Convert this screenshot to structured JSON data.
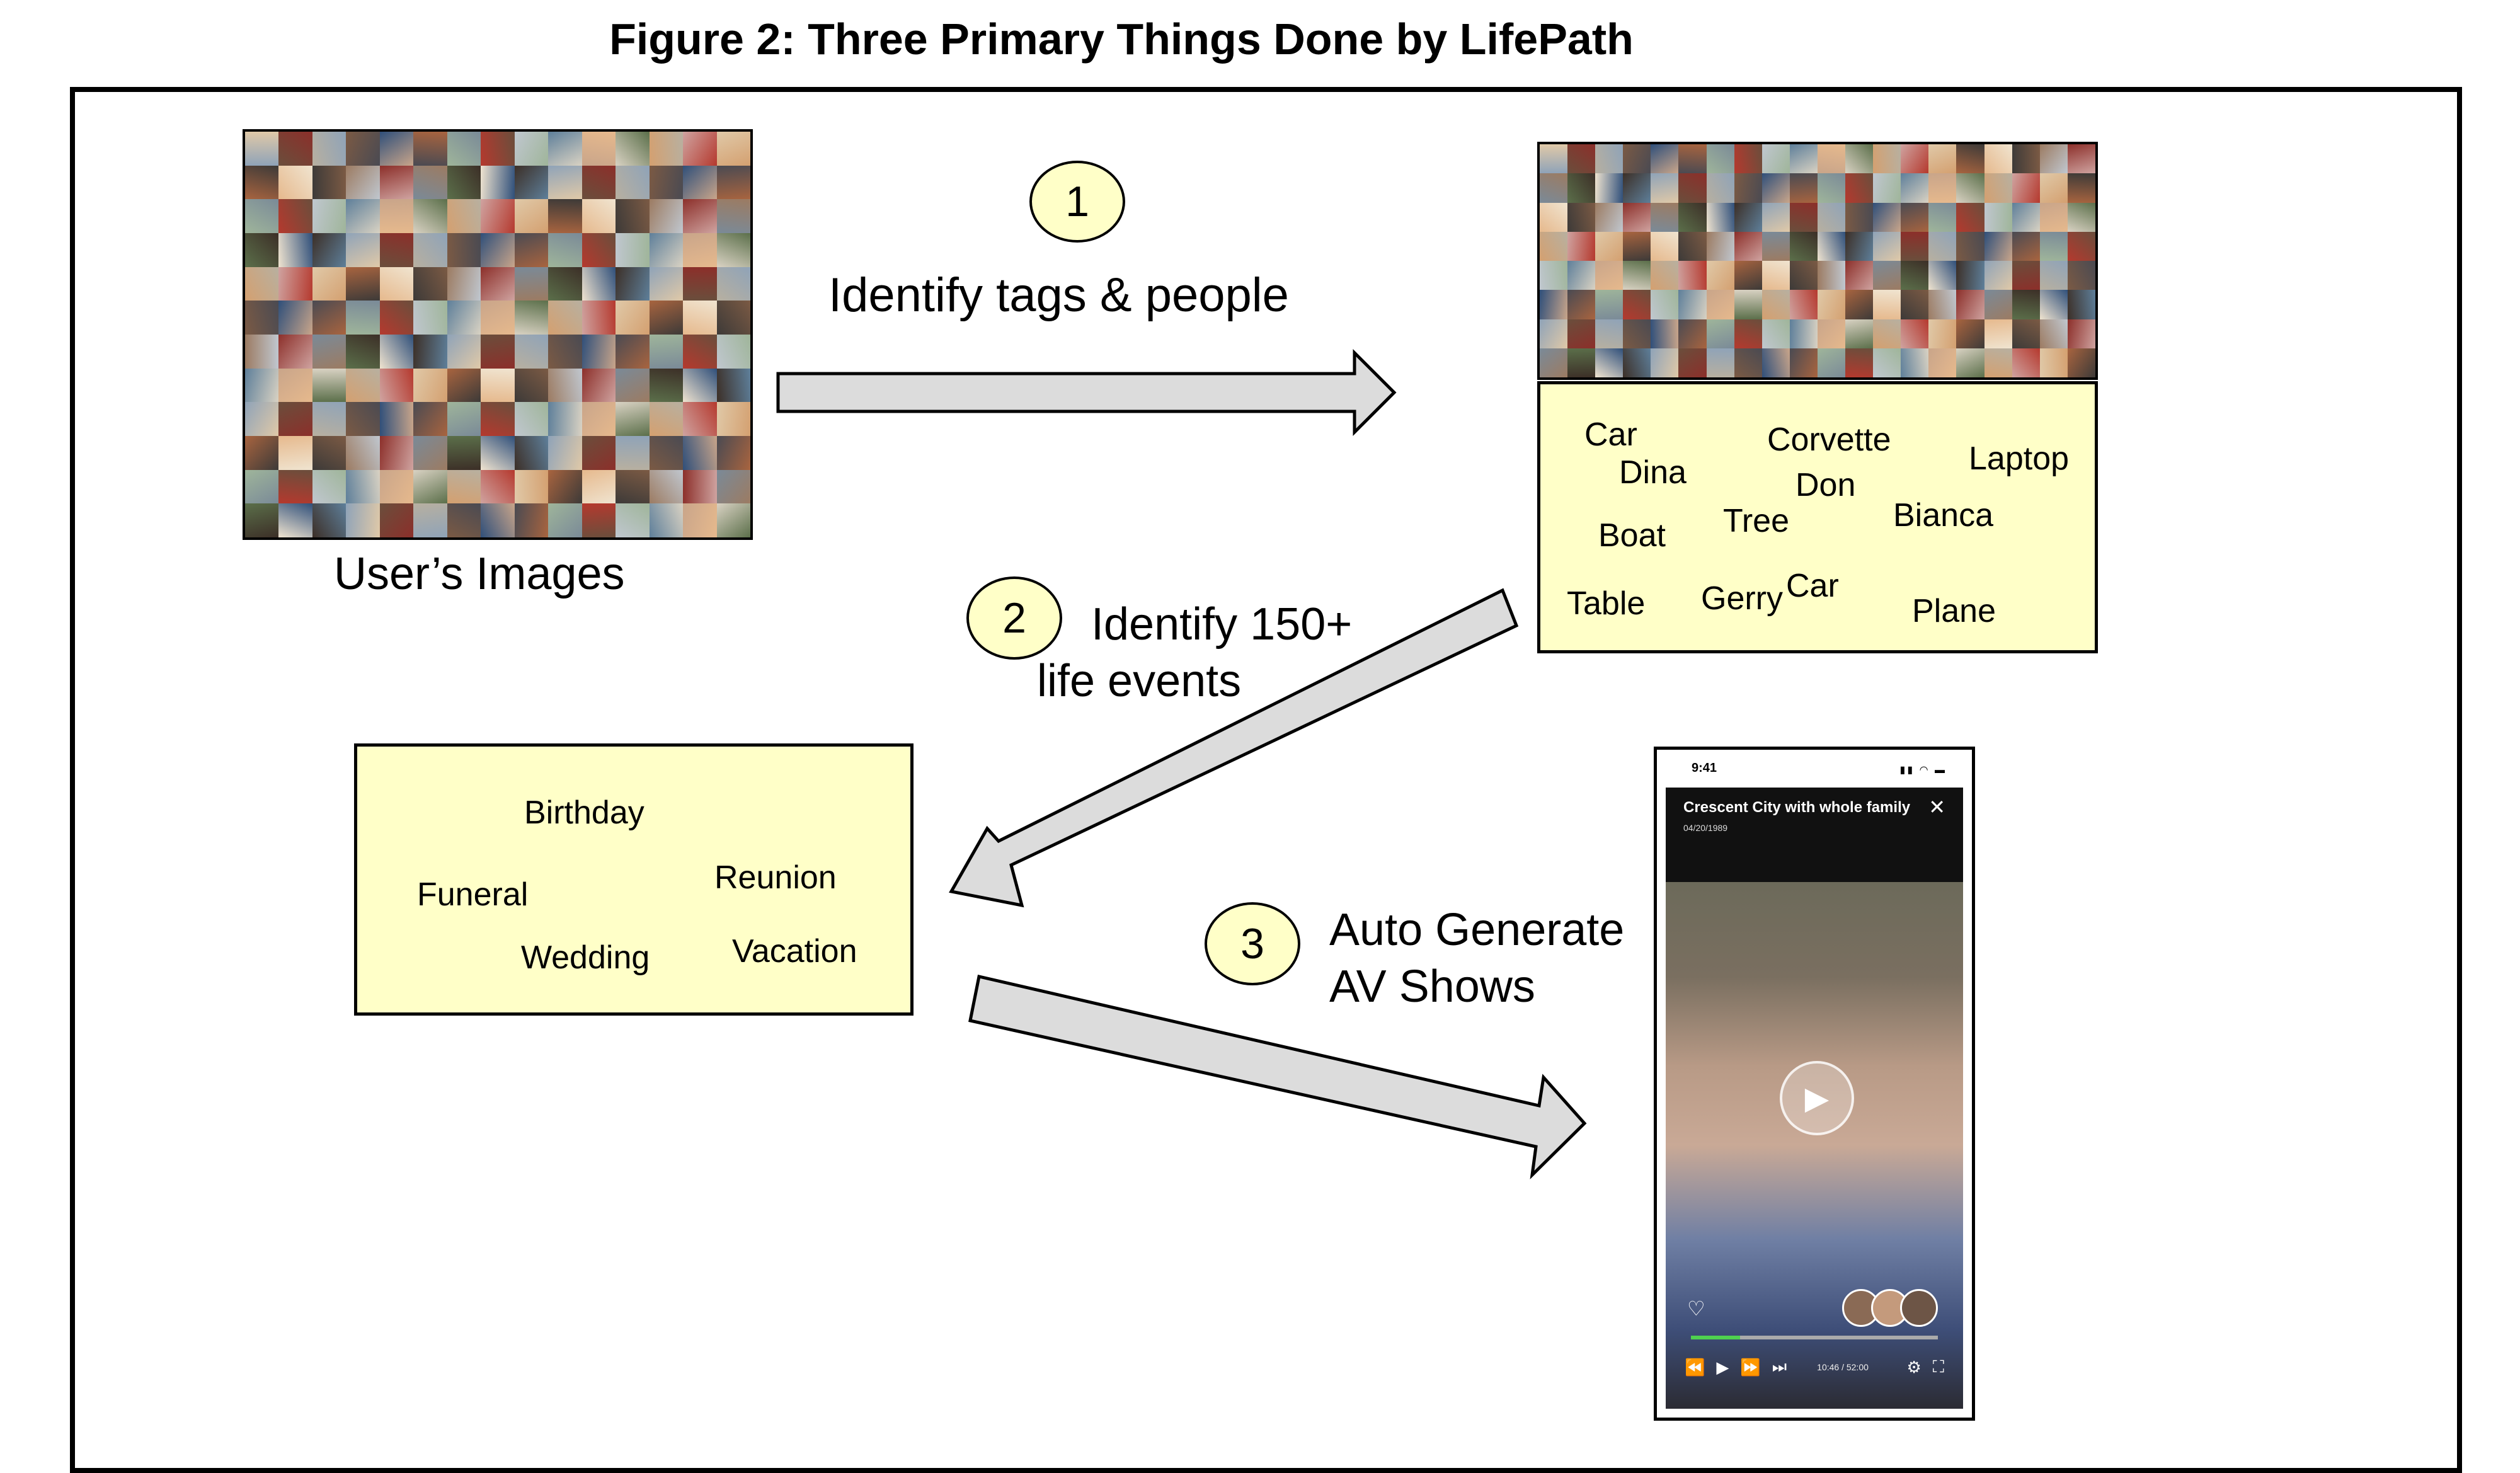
{
  "title": "Figure 2: Three Primary Things Done by LifePath",
  "source_images": {
    "caption": "User’s Images"
  },
  "steps": [
    {
      "number": "1",
      "label": "Identify tags & people"
    },
    {
      "number": "2",
      "label_line1": "Identify 150+",
      "label_line2": "life events"
    },
    {
      "number": "3",
      "label_line1": "Auto Generate",
      "label_line2": "AV Shows"
    }
  ],
  "tags": [
    "Car",
    "Dina",
    "Corvette",
    "Don",
    "Laptop",
    "Boat",
    "Tree",
    "Bianca",
    "Table",
    "Gerry",
    "Car",
    "Plane"
  ],
  "life_events": [
    "Birthday",
    "Funeral",
    "Reunion",
    "Wedding",
    "Vacation"
  ],
  "av_show": {
    "status_time": "9:41",
    "show_title": "Crescent City with whole family",
    "show_date": "04/20/1989",
    "elapsed_time": "10:46 / 52:00",
    "progress": 0.2
  },
  "colors": {
    "box_fill": "#ffffc8",
    "arrow_fill": "#dcdcdc",
    "progress": "#4fd14f"
  }
}
